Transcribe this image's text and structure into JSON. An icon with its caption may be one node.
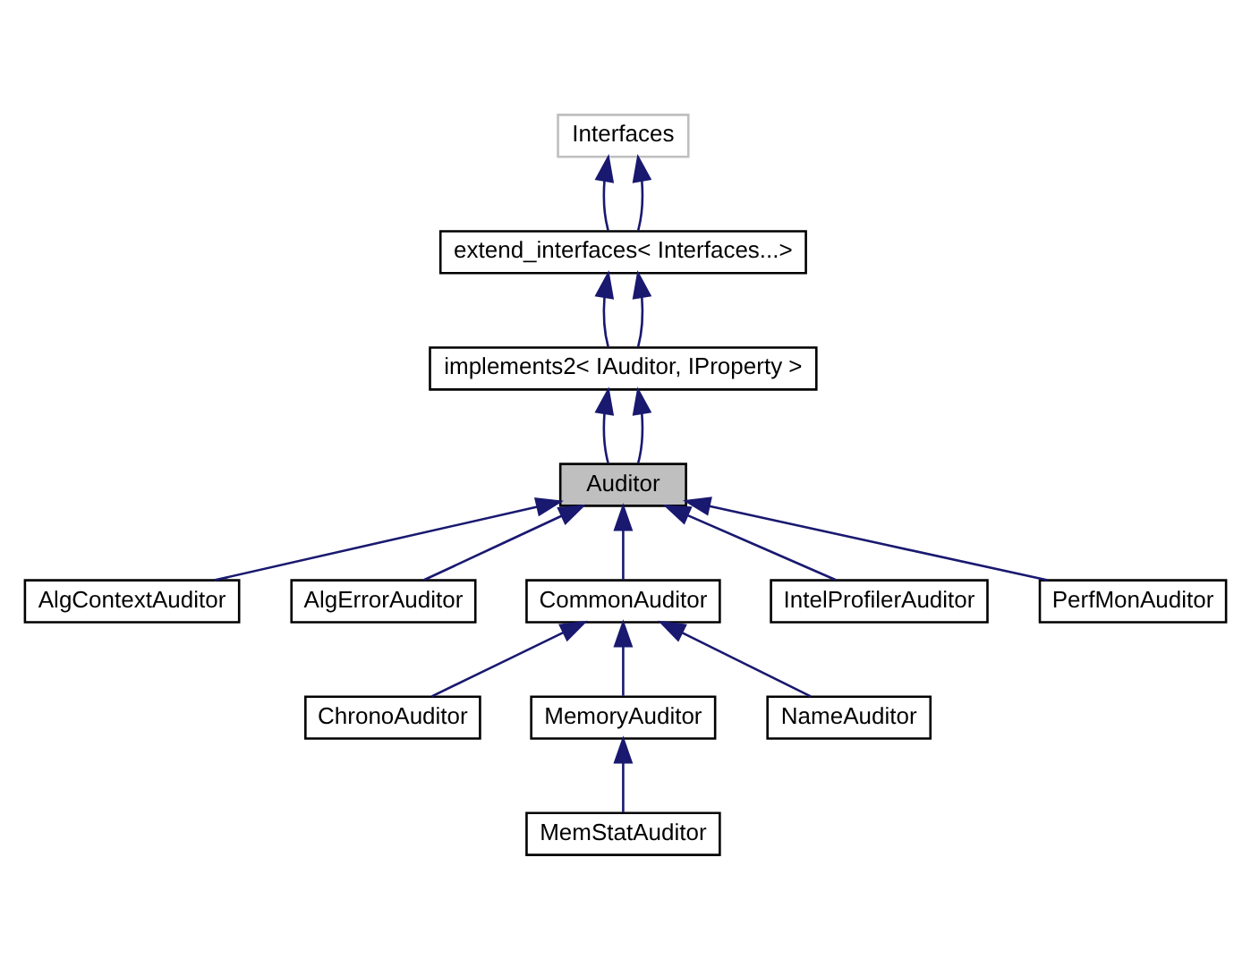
{
  "diagram": {
    "nodes": [
      {
        "text": [
          "Interfaces"
        ]
      },
      {
        "text": [
          "extend_interfaces< Interfaces...>"
        ]
      },
      {
        "text": [
          "implements2< IAuditor, IProperty >"
        ]
      },
      {
        "text": [
          "Auditor"
        ]
      },
      {
        "text": [
          "AlgContextAuditor"
        ]
      },
      {
        "text": [
          "AlgErrorAuditor"
        ]
      },
      {
        "text": [
          "CommonAuditor"
        ]
      },
      {
        "text": [
          "IntelProfilerAuditor"
        ]
      },
      {
        "text": [
          "PerfMonAuditor"
        ]
      },
      {
        "text": [
          "ChronoAuditor"
        ]
      },
      {
        "text": [
          "MemoryAuditor"
        ]
      },
      {
        "text": [
          "NameAuditor"
        ]
      },
      {
        "text": [
          "MemStatAuditor"
        ]
      }
    ],
    "edges": [
      {
        "from": 1,
        "to": 0,
        "arrow": "to"
      },
      {
        "from": 1,
        "to": 0,
        "arrow": "to"
      },
      {
        "from": 2,
        "to": 1,
        "arrow": "to"
      },
      {
        "from": 2,
        "to": 1,
        "arrow": "to"
      },
      {
        "from": 3,
        "to": 2,
        "arrow": "to"
      },
      {
        "from": 3,
        "to": 2,
        "arrow": "to"
      },
      {
        "from": 4,
        "to": 3,
        "arrow": "to"
      },
      {
        "from": 5,
        "to": 3,
        "arrow": "to"
      },
      {
        "from": 6,
        "to": 3,
        "arrow": "to"
      },
      {
        "from": 7,
        "to": 3,
        "arrow": "to"
      },
      {
        "from": 8,
        "to": 3,
        "arrow": "to"
      },
      {
        "from": 9,
        "to": 6,
        "arrow": "to"
      },
      {
        "from": 10,
        "to": 6,
        "arrow": "to"
      },
      {
        "from": 11,
        "to": 6,
        "arrow": "to"
      },
      {
        "from": 12,
        "to": 10,
        "arrow": "to"
      }
    ]
  }
}
